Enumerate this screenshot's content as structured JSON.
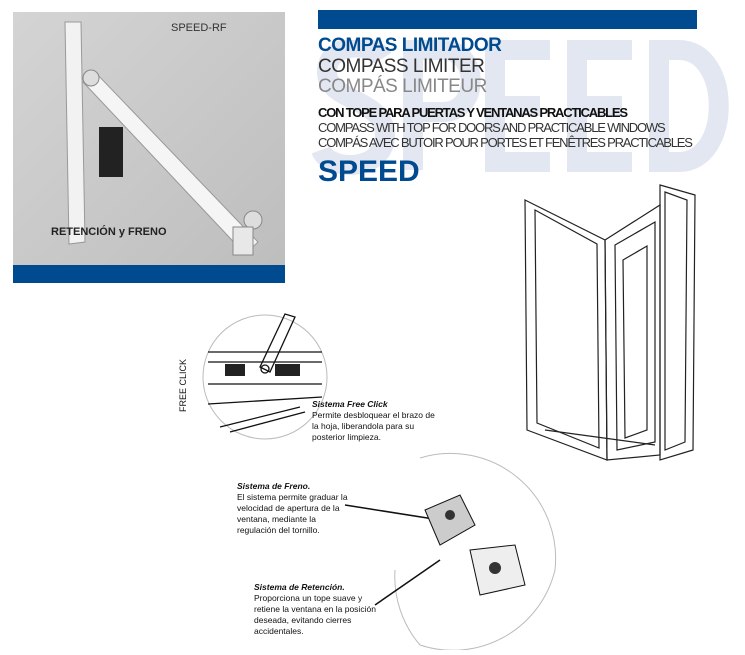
{
  "photo": {
    "model_code": "SPEED-RF",
    "caption": "RETENCIÓN  y FRENO"
  },
  "watermark": "SPEED",
  "titles": {
    "es": "COMPAS LIMITADOR",
    "en": "COMPASS LIMITER",
    "fr": "COMPÁS LIMITEUR"
  },
  "subtitles": {
    "es": "CON TOPE PARA PUERTAS Y VENTANAS PRACTICABLES",
    "en": "COMPASS WITH TOP FOR DOORS AND PRACTICABLE WINDOWS",
    "fr": "COMPÁS AVEC BUTOIR POUR PORTES ET FENÊTRES PRACTICABLES"
  },
  "product_name": "SPEED",
  "free_click": {
    "label": "FREE CLICK",
    "title": "Sistema Free Click",
    "text": "Permite desbloquear el brazo de la hoja, liberandola para su posterior limpieza."
  },
  "freno": {
    "title": "Sistema de Freno.",
    "text": "El sistema permite graduar la velocidad de apertura de la ventana, mediante la regulación del tornillo."
  },
  "retencion": {
    "title": "Sistema de Retención.",
    "text": "Proporciona un tope suave y retiene la ventana en la posición deseada, evitando cierres accidentales."
  },
  "colors": {
    "brand_blue": "#004a8f"
  }
}
